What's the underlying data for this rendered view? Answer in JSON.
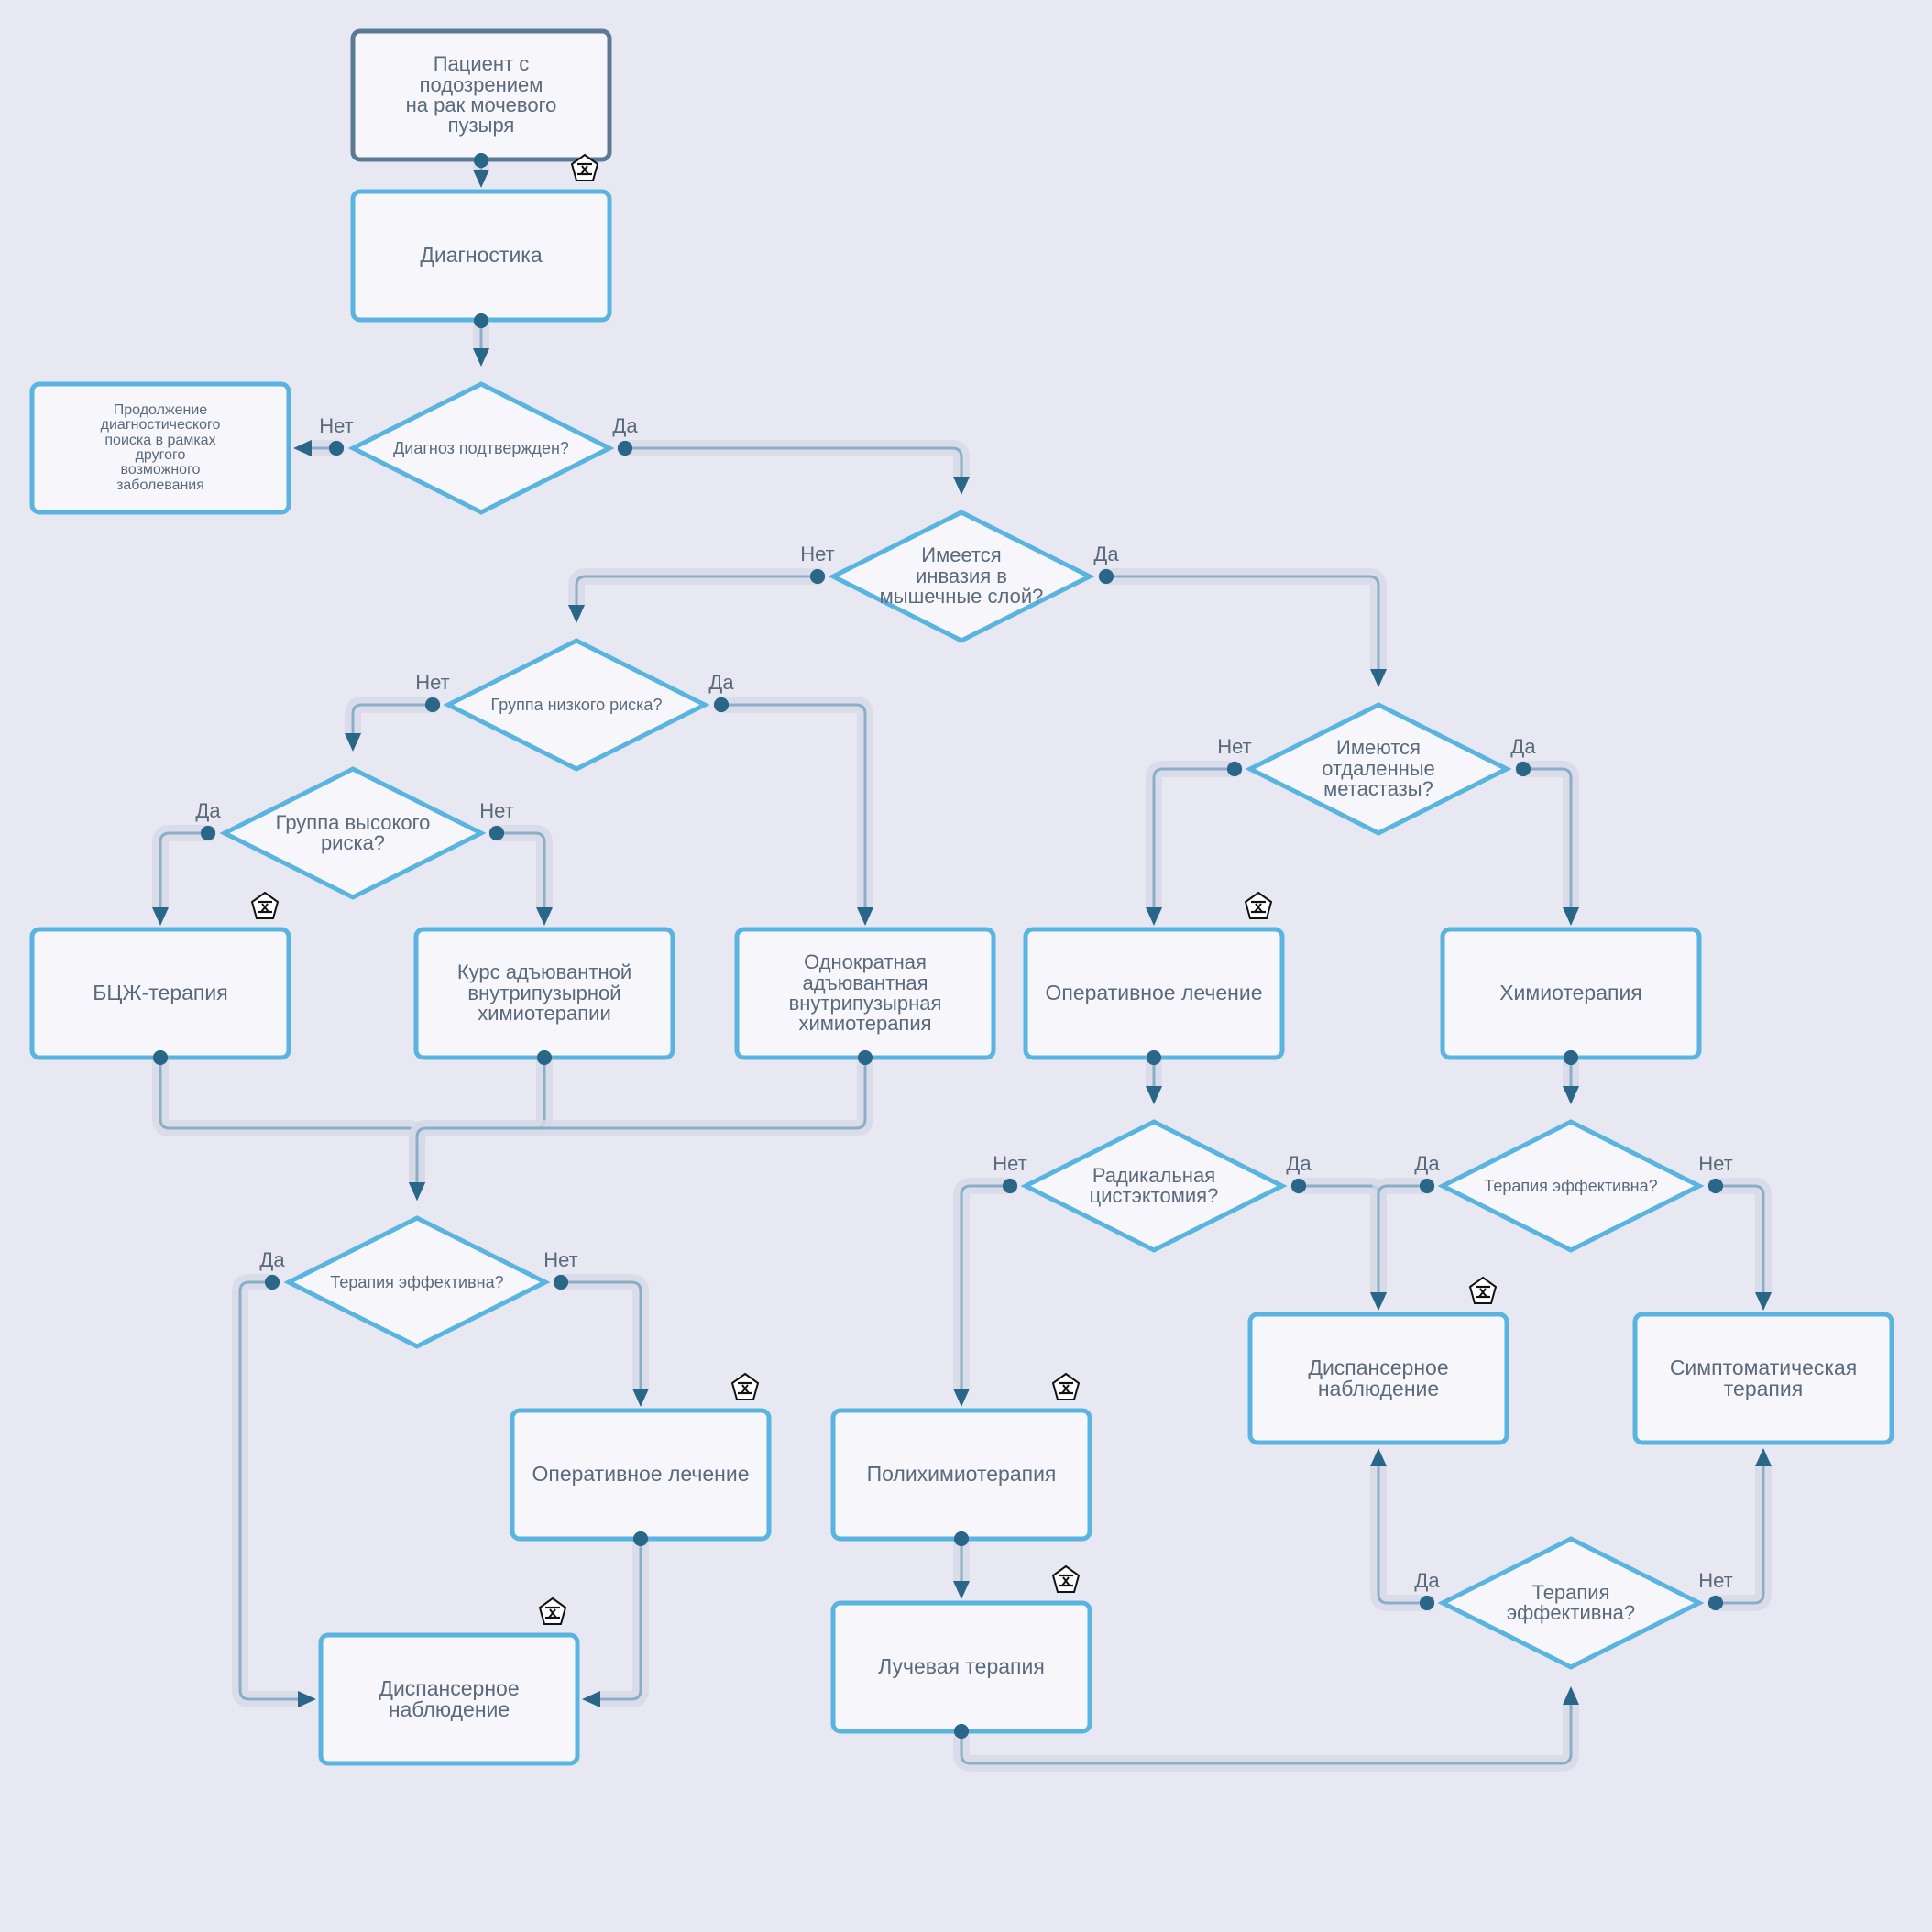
{
  "colors": {
    "background": "#e8e8f3",
    "node_fill": "#f7f7fb",
    "node_border": "#5ab4e0",
    "start_border": "#5b7a93",
    "edge": "#8aaec8",
    "edge_halo": "#d6dae6",
    "arrow": "#2a6688",
    "dot": "#2a6688",
    "text": "#5a6a7a"
  },
  "nodes": {
    "start": "Пациент с\nподозрением\nна рак мочевого\nпузыря",
    "diagnostics": "Диагностика",
    "diagnosis_confirmed": "Диагноз подтвержден?",
    "continue_search": "Продолжение\nдиагностического\nпоиска в рамках\nдругого\nвозможного\nзаболевания",
    "muscle_invasion": "Имеется\nинвазия в\nмышечные слой?",
    "low_risk": "Группа низкого риска?",
    "high_risk": "Группа высокого\nриска?",
    "bcg": "БЦЖ-терапия",
    "adjuvant_course": "Курс адъювантной\nвнутрипузырной\nхимиотерапии",
    "single_adjuvant": "Однократная\nадъювантная\nвнутрипузырная\nхимиотерапия",
    "distant_mets": "Имеются\nотдаленные\nметастазы?",
    "surgery_right": "Оперативное лечение",
    "chemo": "Химиотерапия",
    "therapy_effective_left": "Терапия эффективна?",
    "surgery_left": "Оперативное лечение",
    "followup_left": "Диспансерное\nнаблюдение",
    "radical_cystectomy": "Радикальная\nцистэктомия?",
    "therapy_effective_right": "Терапия эффективна?",
    "polychemo": "Полихимиотерапия",
    "radiotherapy": "Лучевая терапия",
    "followup_right": "Диспансерное\nнаблюдение",
    "symptomatic": "Симптоматическая\nтерапия",
    "therapy_effective_bottom": "Терапия\nэффективна?"
  },
  "labels": {
    "yes": "Да",
    "no": "Нет"
  },
  "icons": [
    "pentagon-person-icon"
  ]
}
